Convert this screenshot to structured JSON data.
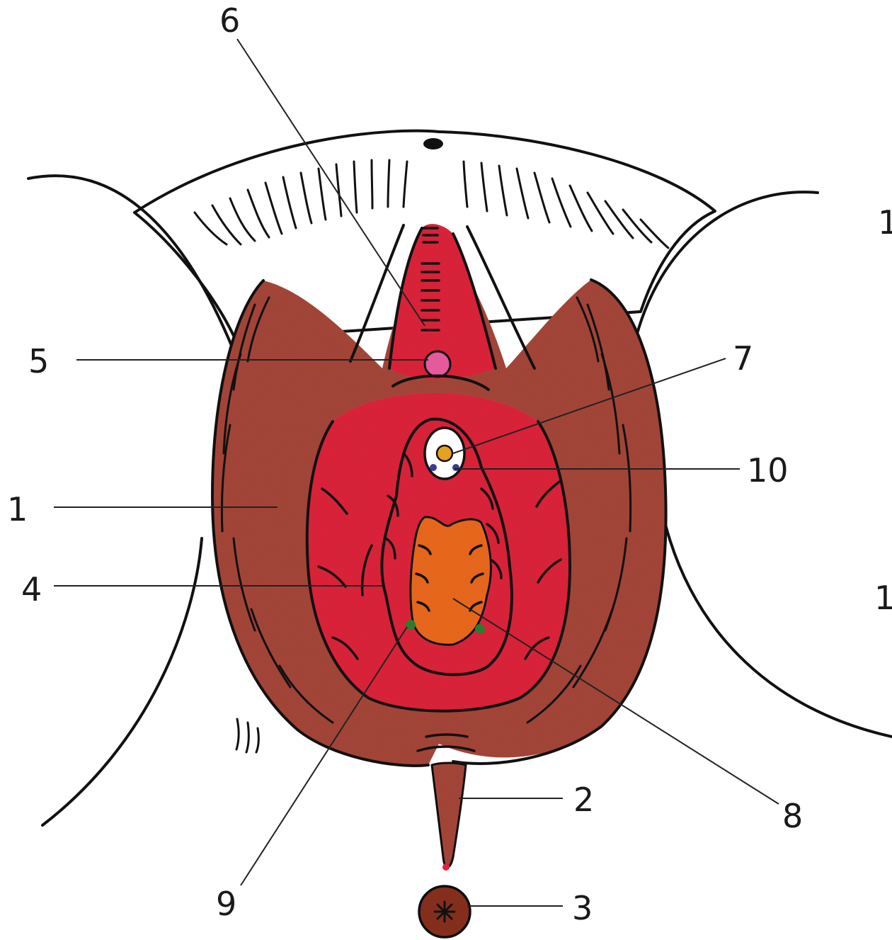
{
  "labels": {
    "l1": "1",
    "l2": "2",
    "l3": "3",
    "l4": "4",
    "l5": "5",
    "l6": "6",
    "l7": "7",
    "l8": "8",
    "l9": "9",
    "l10": "10",
    "l11": "1",
    "l12": "1"
  },
  "colors": {
    "labia_majora": "#a8473a",
    "labia_minora": "#e0233b",
    "clitoris": "#e45a9c",
    "urethral_opening": "#e8a020",
    "vaginal_opening": "#ee6a1c",
    "glands": "#2f7a2f",
    "paraurethral": "#3a3a9a",
    "anus": "#8a3020",
    "outline": "#111111"
  }
}
